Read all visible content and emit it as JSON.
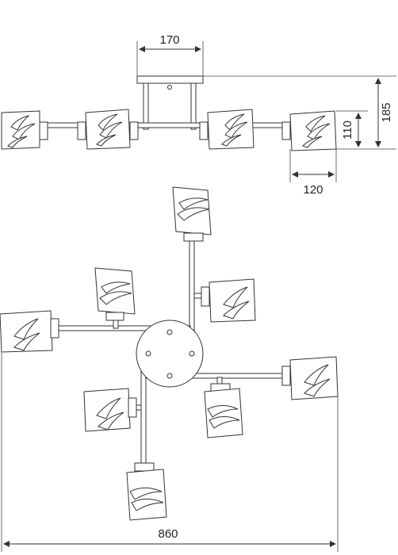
{
  "dimensions": {
    "canopy_width": "170",
    "total_height": "185",
    "shade_height": "110",
    "shade_width": "120",
    "overall_width": "860"
  }
}
